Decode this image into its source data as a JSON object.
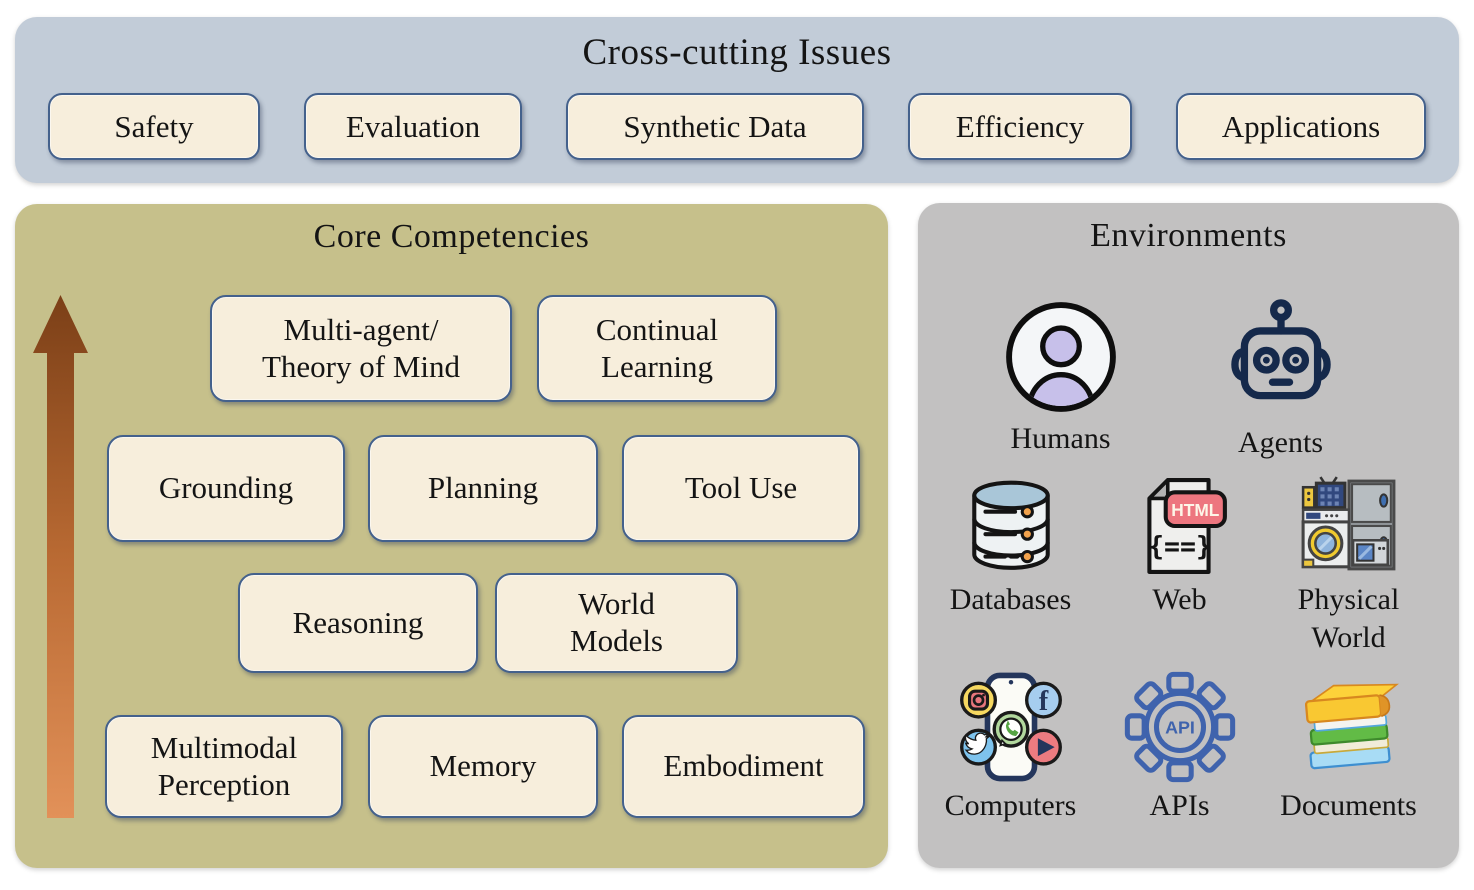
{
  "cross_cutting": {
    "title": "Cross-cutting Issues",
    "items": [
      "Safety",
      "Evaluation",
      "Synthetic Data",
      "Efficiency",
      "Applications"
    ]
  },
  "core_competencies": {
    "title": "Core Competencies",
    "boxes": [
      "Multi-agent/\nTheory of Mind",
      "Continual\nLearning",
      "Grounding",
      "Planning",
      "Tool Use",
      "Reasoning",
      "World\nModels",
      "Multimodal\nPerception",
      "Memory",
      "Embodiment"
    ]
  },
  "environments": {
    "title": "Environments",
    "items": [
      {
        "label": "Humans",
        "icon": "human-icon"
      },
      {
        "label": "Agents",
        "icon": "robot-icon"
      },
      {
        "label": "Databases",
        "icon": "database-icon"
      },
      {
        "label": "Web",
        "icon": "html-file-icon"
      },
      {
        "label": "Physical\nWorld",
        "icon": "appliances-icon"
      },
      {
        "label": "Computers",
        "icon": "phone-social-icon"
      },
      {
        "label": "APIs",
        "icon": "api-gear-icon"
      },
      {
        "label": "Documents",
        "icon": "books-icon"
      }
    ],
    "icon_texts": {
      "html": "HTML",
      "api": "API"
    }
  },
  "colors": {
    "top_panel": "#c2ccd8",
    "left_panel": "#c6c08b",
    "right_panel": "#c2c1c1",
    "box_fill": "#f7eedc",
    "box_border": "#44618c",
    "arrow_dark": "#7b3f17",
    "arrow_light": "#e29159",
    "api_blue": "#3f63ad",
    "html_red": "#ed767f",
    "robot_navy": "#15294b",
    "human_lavender": "#c7c0ea"
  }
}
